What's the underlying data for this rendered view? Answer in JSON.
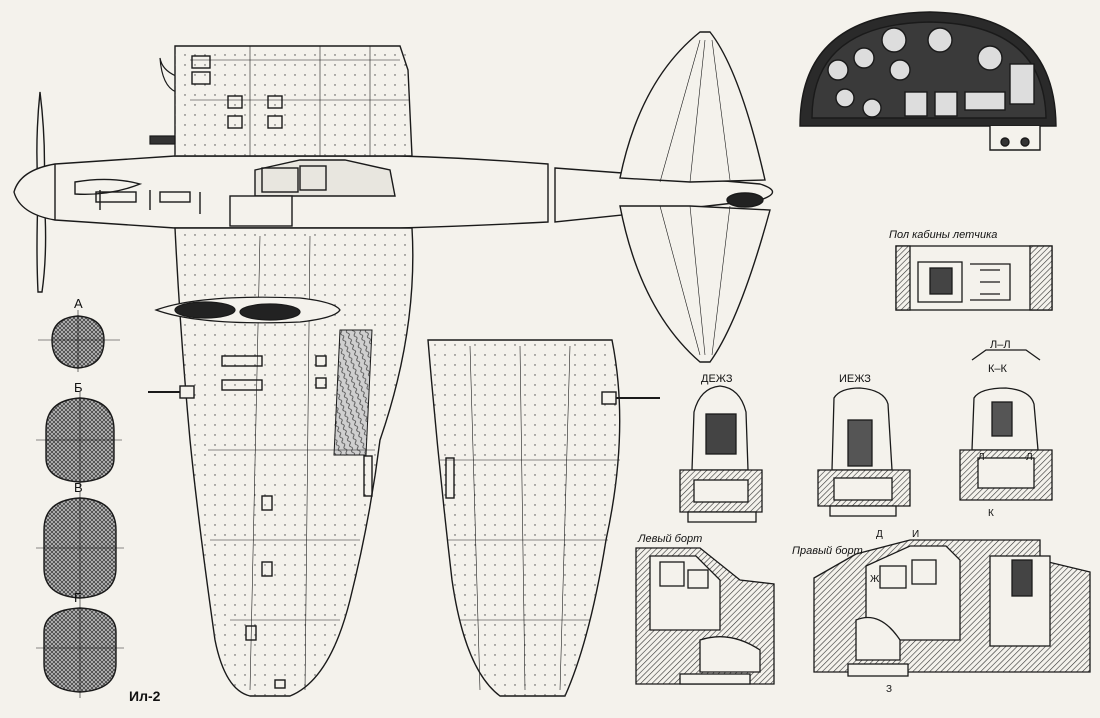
{
  "title": "Ил-2",
  "sections": [
    {
      "id": "section-a",
      "label": "А"
    },
    {
      "id": "section-b",
      "label": "Б"
    },
    {
      "id": "section-v",
      "label": "В"
    },
    {
      "id": "section-g",
      "label": "Г"
    }
  ],
  "cockpit_views": {
    "floor": "Пол кабины летчика",
    "dezhz": "ДЕЖЗ",
    "iezhz": "ИЕЖЗ",
    "ll": "Л–Л",
    "kk": "К–К",
    "left_side": "Левый борт",
    "right_side": "Правый борт"
  },
  "markers": {
    "l_left": "Л",
    "l_right": "Л",
    "k": "К",
    "d": "Д",
    "i": "И",
    "zh": "Ж",
    "z": "З"
  },
  "colors": {
    "ink": "#1a1a1a",
    "paper": "#f4f2ec",
    "hatch": "#555555",
    "dark": "#222222"
  }
}
